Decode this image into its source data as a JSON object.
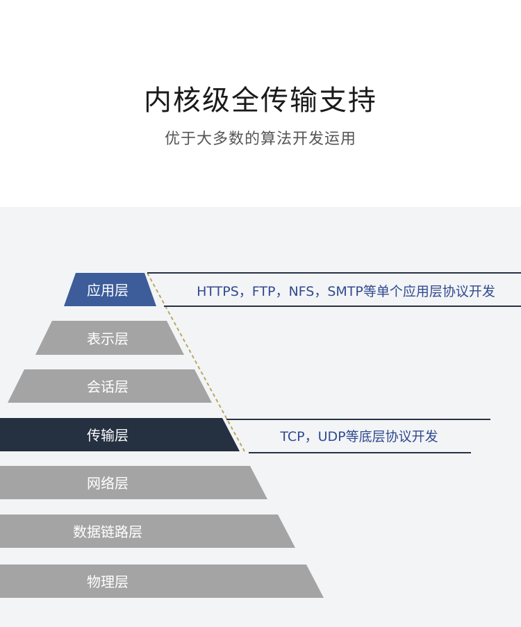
{
  "header": {
    "title": "内核级全传输支持",
    "subtitle": "优于大多数的算法开发运用"
  },
  "layers": [
    {
      "label": "应用层",
      "color": "#3d5c9a"
    },
    {
      "label": "表示层",
      "color": "#a4a4a4"
    },
    {
      "label": "会话层",
      "color": "#a4a4a4"
    },
    {
      "label": "传输层",
      "color": "#253041"
    },
    {
      "label": "网络层",
      "color": "#a4a4a4"
    },
    {
      "label": "数据链路层",
      "color": "#a4a4a4"
    },
    {
      "label": "物理层",
      "color": "#a4a4a4"
    }
  ],
  "callouts": {
    "application": "HTTPS，FTP，NFS，SMTP等单个应用层协议开发",
    "transport": "TCP，UDP等底层协议开发"
  },
  "colors": {
    "line": "#253041",
    "dashed": "#b8a860",
    "text_blue": "#2f4a8f",
    "panel_bg": "#f3f4f6"
  }
}
